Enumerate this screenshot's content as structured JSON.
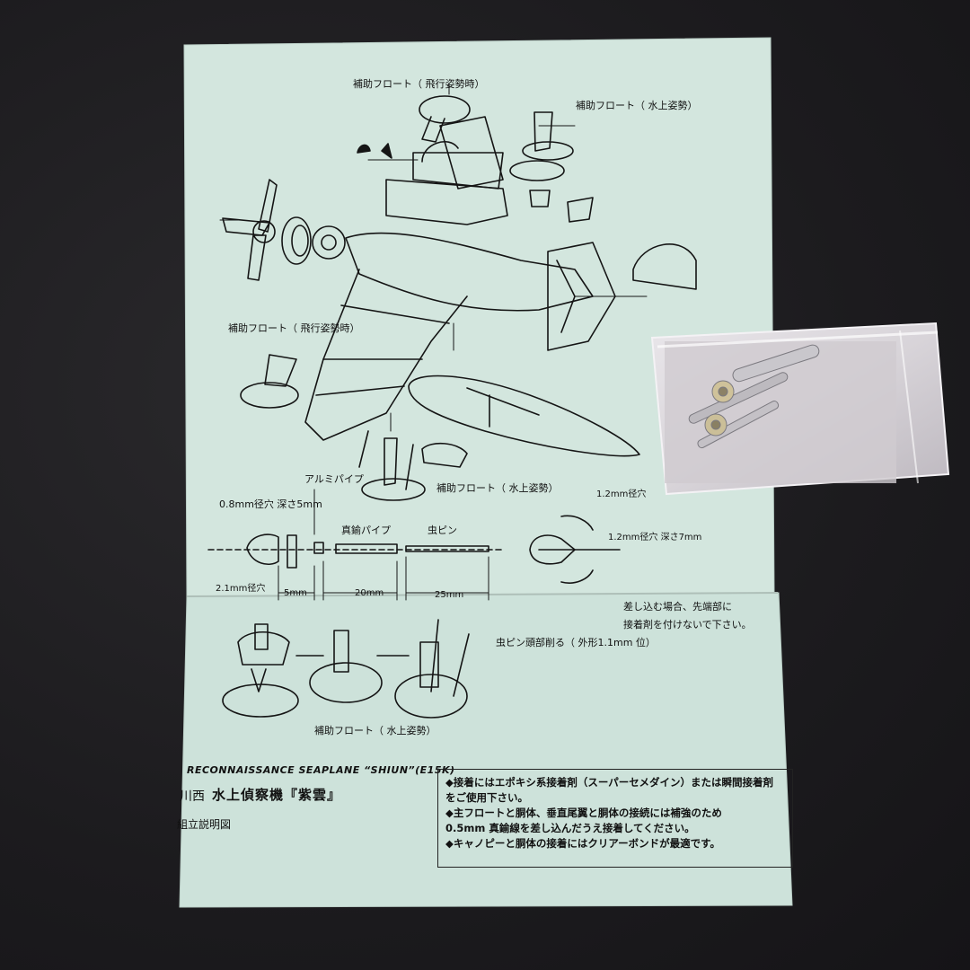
{
  "labels": {
    "float_flight_top": "補助フロート（ 飛行姿勢時）",
    "float_water_top": "補助フロート（ 水上姿勢）",
    "float_flight_left": "補助フロート（ 飛行姿勢時）",
    "float_water_mid": "補助フロート（ 水上姿勢）",
    "float_water_bottom": "補助フロート（ 水上姿勢）",
    "alu_pipe": "アルミパイプ",
    "brass_pipe": "真鍮パイプ",
    "pin": "虫ピン",
    "hole_08": "0.8mm径穴  深さ5mm",
    "hole_21": "2.1mm径穴",
    "hole_12a": "1.2mm径穴",
    "hole_12b": "1.2mm径穴  深さ7mm",
    "dim_5": "5mm",
    "dim_20": "20mm",
    "dim_25": "25mm",
    "insert_note_1": "差し込む場合、先端部に",
    "insert_note_2": "接着剤を付けないで下さい。",
    "pin_head_note": "虫ピン頭部削る（ 外形1.1mm 位）"
  },
  "title": {
    "english": "RECONNAISSANCE SEAPLANE “SHIUN”(E15K)",
    "maker": "川西",
    "japanese": "水上偵察機『紫雲』",
    "subtitle": "組立説明図"
  },
  "notes": [
    "◆接着にはエポキシ系接着剤（スーパーセメダイン）または瞬間接着剤",
    "  をご使用下さい。",
    "◆主フロートと胴体、垂直尾翼と胴体の接続には補強のため",
    "  0.5mm 真鍮線を差し込んだうえ接着してください。",
    "◆キャノピーと胴体の接着にはクリアーボンドが最適です。"
  ],
  "colors": {
    "paper": "#cfe3db",
    "ink": "#151515",
    "background": "#1f1e21"
  }
}
